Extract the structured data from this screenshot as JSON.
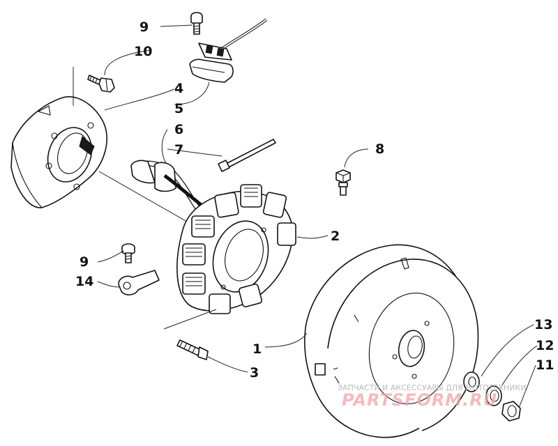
{
  "callouts": {
    "c1": "1",
    "c2": "2",
    "c3": "3",
    "c4": "4",
    "c5": "5",
    "c6": "6",
    "c7": "7",
    "c8": "8",
    "c9a": "9",
    "c9b": "9",
    "c10": "10",
    "c11": "11",
    "c12": "12",
    "c13": "13",
    "c14": "14"
  },
  "watermark": {
    "line": "ЗАПЧАСТИ И АКСЕССУАРЫ ДЛЯ МОТОТЕХНИКИ",
    "logo": "PARTSFORM.RU"
  },
  "colors": {
    "ink": "#111111",
    "watermark_text": "#b9b9b9",
    "watermark_logo": "#f0a3a9"
  }
}
